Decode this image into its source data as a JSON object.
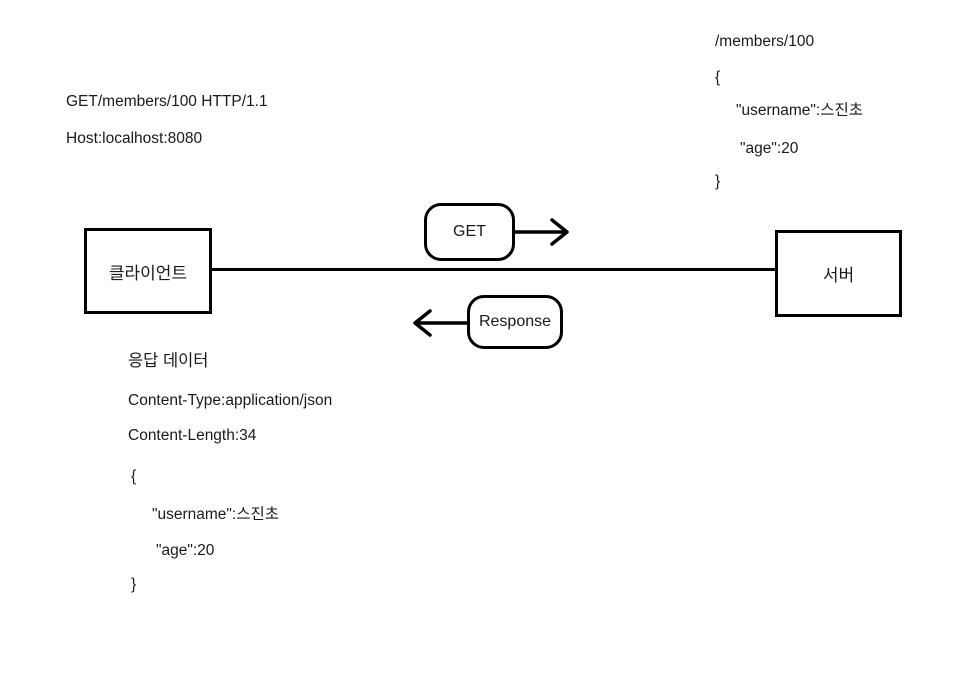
{
  "diagram": {
    "title": "HTTP GET request and response between client and server",
    "colors": {
      "background": "#ffffff",
      "stroke": "#000000",
      "text": "#1a1a1a"
    },
    "nodes": {
      "client": {
        "label": "클라이언트"
      },
      "server": {
        "label": "서버"
      }
    },
    "pills": {
      "request": {
        "label": "GET"
      },
      "response": {
        "label": "Response"
      }
    },
    "request_block": {
      "lines": [
        "GET/members/100 HTTP/1.1",
        "Host:localhost:8080"
      ]
    },
    "server_resource_block": {
      "lines": [
        "/members/100",
        "{",
        "\"username\":스진초",
        "\"age\":20",
        "}"
      ]
    },
    "response_block": {
      "heading": "응답 데이터",
      "headers": [
        "Content-Type:application/json",
        "Content-Length:34"
      ],
      "body": [
        "{",
        "\"username\":스진초",
        "\"age\":20",
        "}"
      ]
    }
  }
}
